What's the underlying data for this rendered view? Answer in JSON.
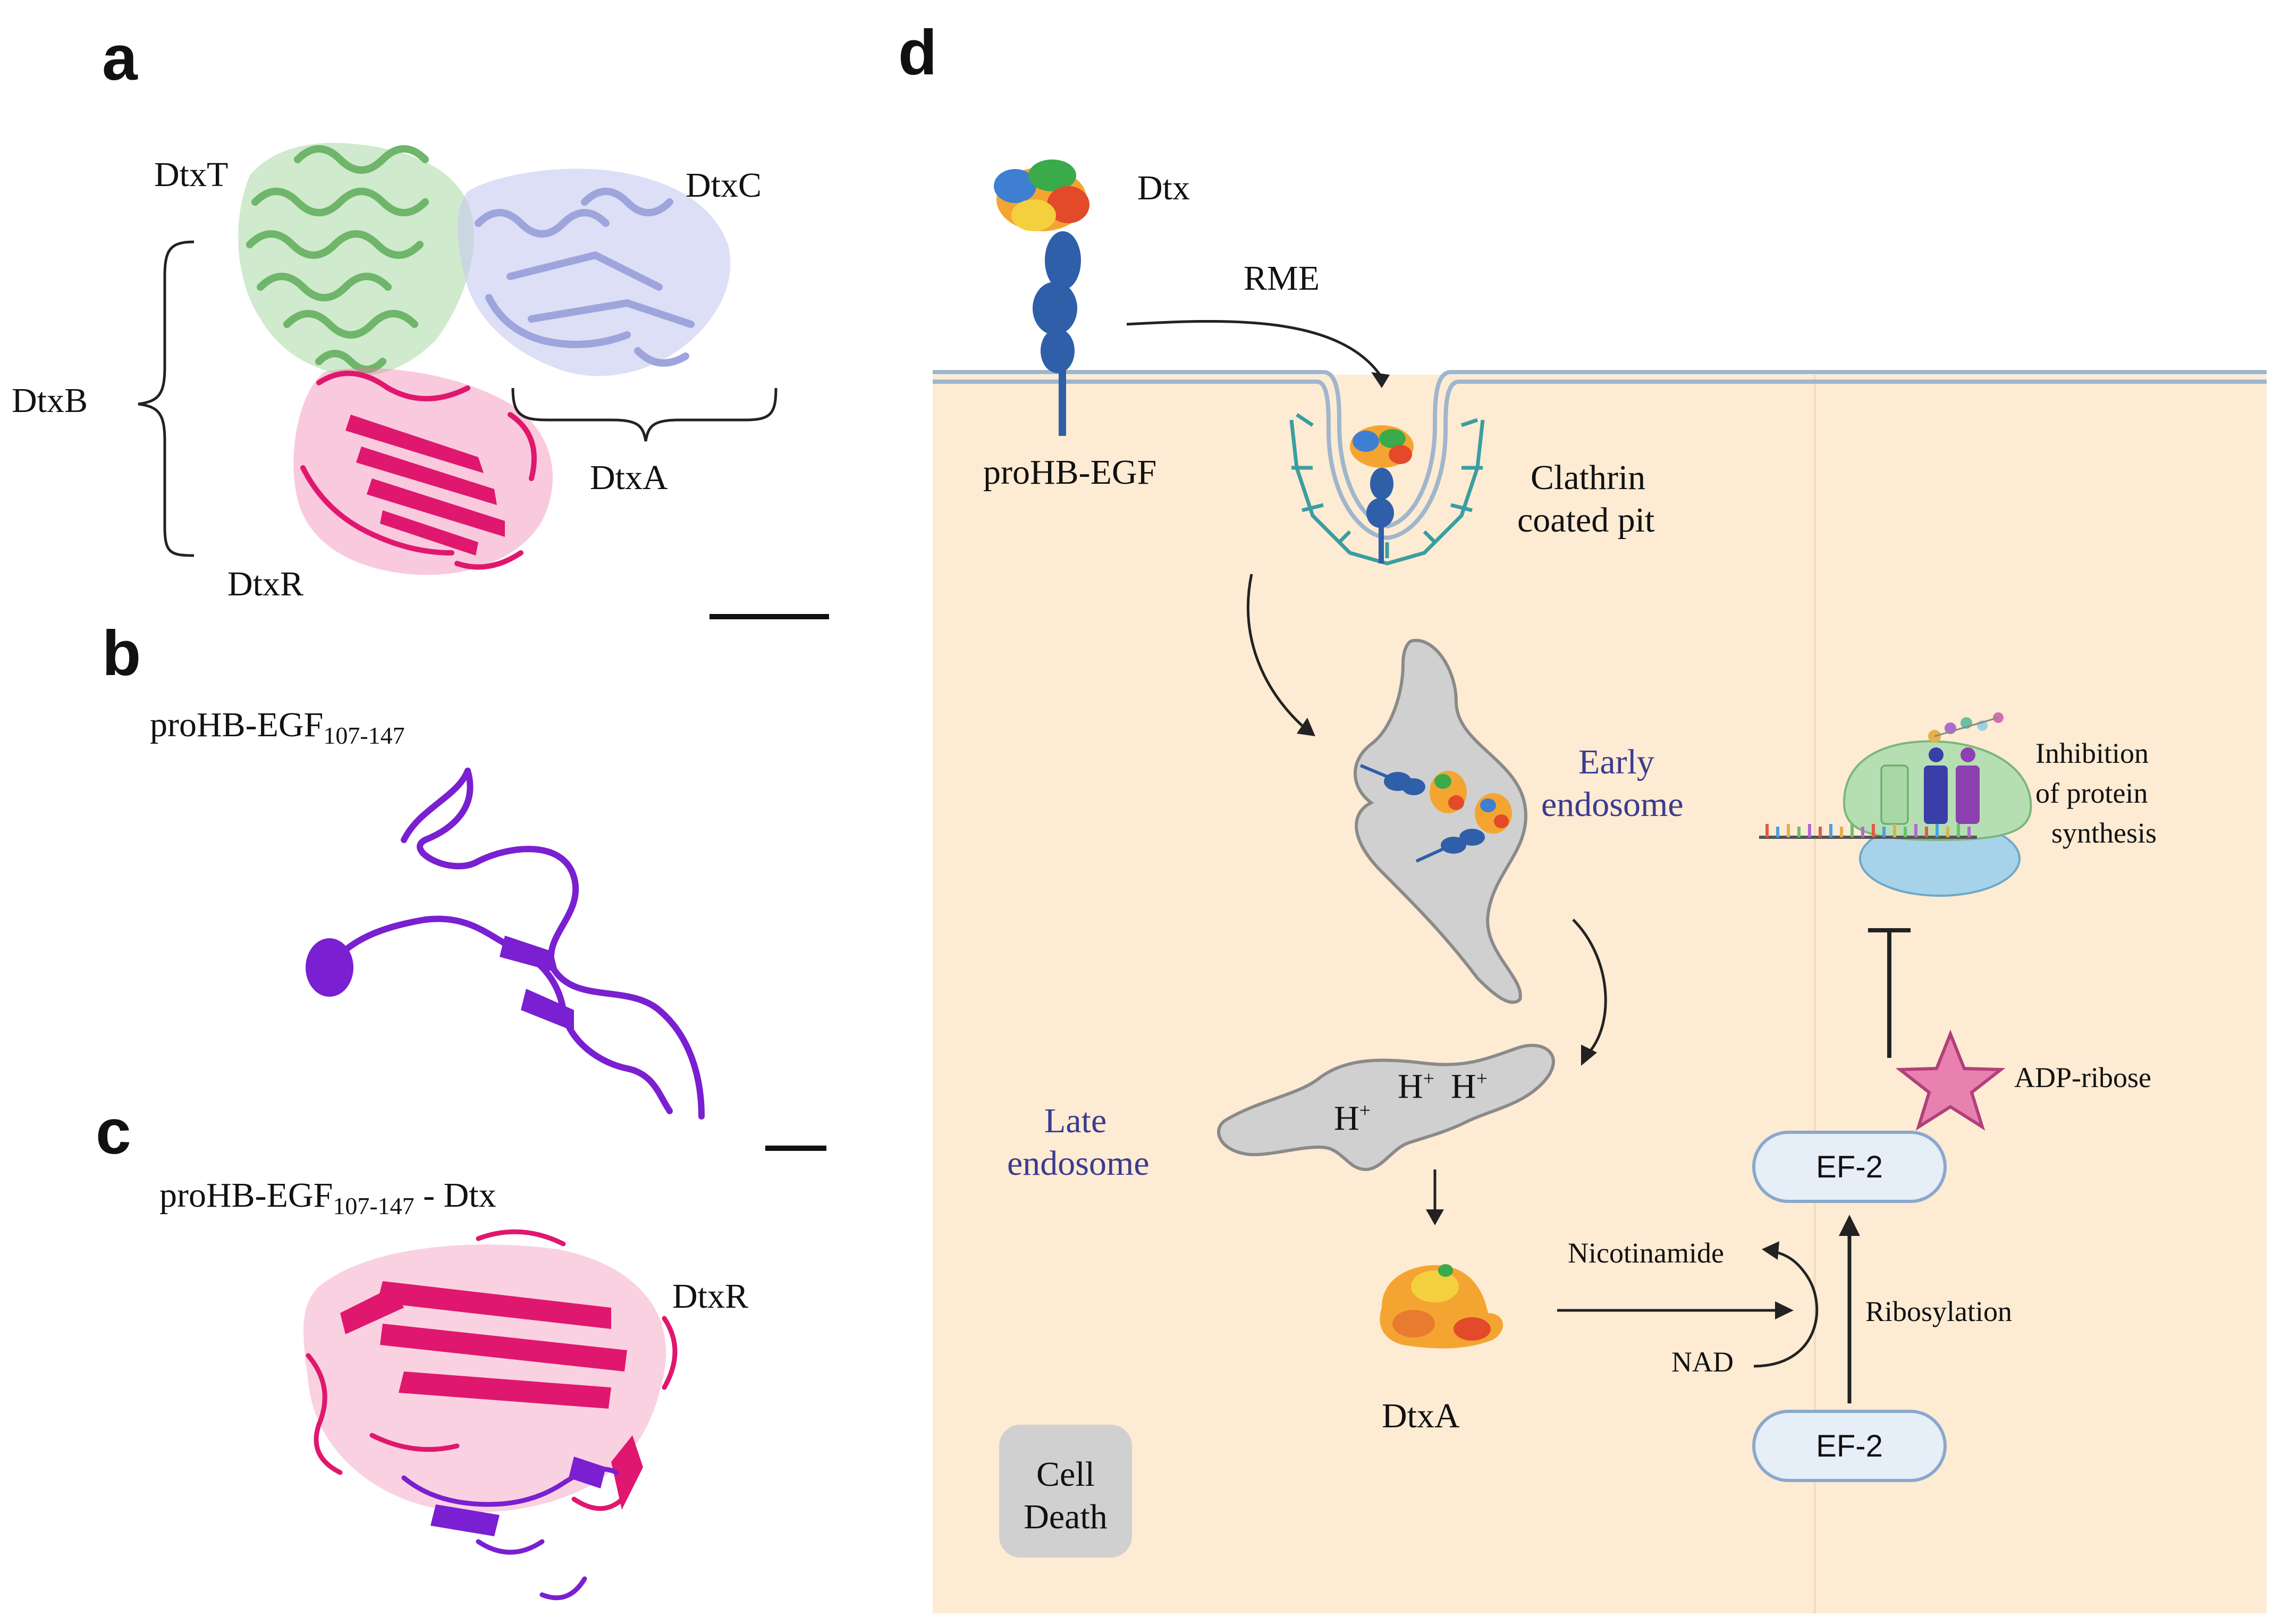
{
  "panels": {
    "a": {
      "letter": "a",
      "labels": {
        "dtxt": "DtxT",
        "dtxc": "DtxC",
        "dtxb": "DtxB",
        "dtxa": "DtxA",
        "dtxr": "DtxR"
      }
    },
    "b": {
      "letter": "b",
      "title_main": "proHB-EGF",
      "title_sub": "107-147"
    },
    "c": {
      "letter": "c",
      "title_main": "proHB-EGF",
      "title_sub": "107-147",
      "title_suffix": " - Dtx",
      "dtxr": "DtxR"
    },
    "d": {
      "letter": "d",
      "dtx": "Dtx",
      "rme": "RME",
      "prohb": "proHB-EGF",
      "clathrin_line1": "Clathrin",
      "clathrin_line2": "coated pit",
      "early_line1": "Early",
      "early_line2": "endosome",
      "late_line1": "Late",
      "late_line2": "endosome",
      "h_plus": [
        "H",
        "H",
        "H"
      ],
      "dtxa": "DtxA",
      "nicotinamide": "Nicotinamide",
      "nad": "NAD",
      "ribosylation": "Ribosylation",
      "ef2_top": "EF-2",
      "ef2_bottom": "EF-2",
      "adp_ribose": "ADP-ribose",
      "inhibition_line1": "Inhibition",
      "inhibition_line2": "of protein",
      "inhibition_line3": "synthesis",
      "cell_death_line1": "Cell",
      "cell_death_line2": "Death"
    }
  },
  "colors": {
    "dtxt_green": "#8fce8f",
    "dtxc_lavender": "#b3b8e6",
    "dtxr_pink": "#e0176e",
    "prohb_purple": "#7a1fd1",
    "cell_bg": "#fdebd3",
    "membrane": "#9fb6cc",
    "receptor_blue": "#2f5fa8",
    "endosome_gray": "#d0d0d0",
    "ef2_fill": "#e6eef8",
    "ef2_stroke": "#8aa8cc",
    "adp_star": "#e880b0",
    "ribosome_green": "#b5dfb3",
    "ribosome_blue": "#a7d3ea"
  }
}
